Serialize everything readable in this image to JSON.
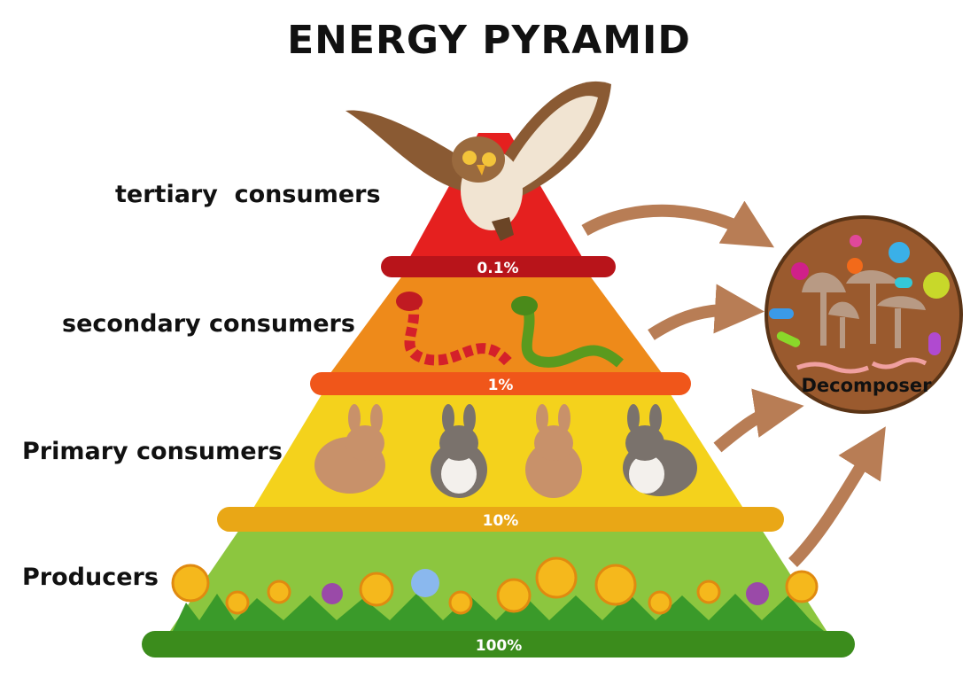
{
  "title": "ENERGY PYRAMID",
  "levels": [
    {
      "label": "tertiary  consumers",
      "percent": "0.1%",
      "organism": "owl"
    },
    {
      "label": "secondary consumers",
      "percent": "1%",
      "organism": "snakes"
    },
    {
      "label": "Primary consumers",
      "percent": "10%",
      "organism": "rabbits"
    },
    {
      "label": "Producers",
      "percent": "100%",
      "organism": "flowers"
    }
  ],
  "decomposer": {
    "label": "Decomposer"
  },
  "colors": {
    "tertiary": "#e5201f",
    "tertiary_band": "#b8141a",
    "secondary": "#ee8a1a",
    "secondary_band": "#f0561a",
    "primary": "#f4d21c",
    "primary_band": "#e9a716",
    "producers": "#8cc63f",
    "producers_band": "#3b8c1c",
    "arrow": "#b87d55",
    "decomposer_fill": "#9a5a2e",
    "decomposer_stroke": "#5a3416"
  }
}
